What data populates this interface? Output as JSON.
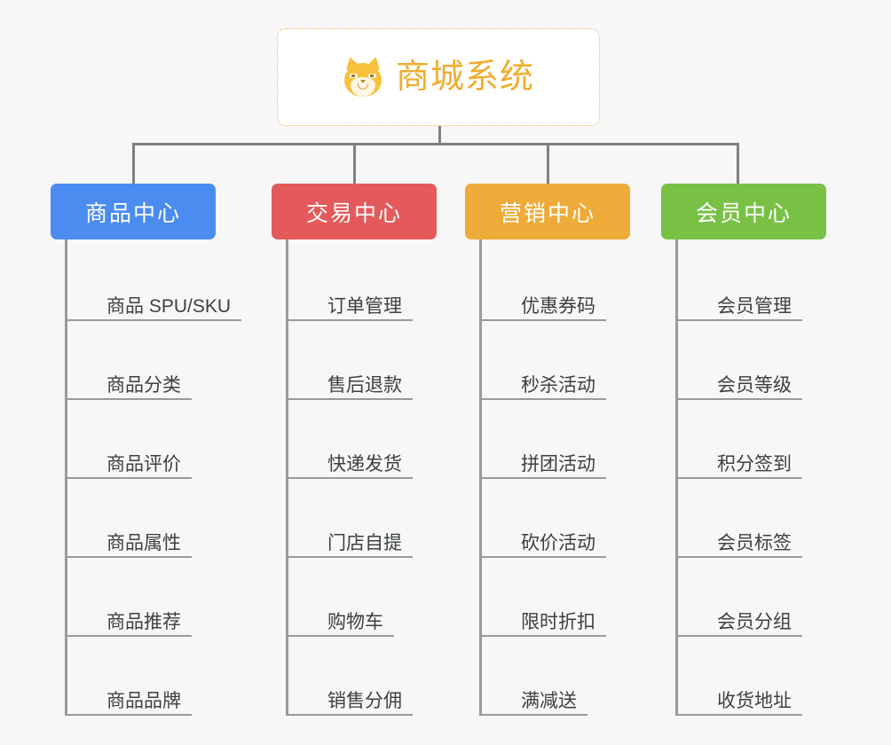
{
  "root": {
    "title": "商城系统",
    "icon": "shiba-inu-icon",
    "border_color": "#f0b35a",
    "text_color": "#f0ad2e",
    "background": "#ffffff"
  },
  "canvas": {
    "background": "#f7f7f7",
    "connector_color": "#808080"
  },
  "columns": [
    {
      "title": "商品中心",
      "color": "#4a8cf0",
      "items": [
        "商品 SPU/SKU",
        "商品分类",
        "商品评价",
        "商品属性",
        "商品推荐",
        "商品品牌"
      ]
    },
    {
      "title": "交易中心",
      "color": "#e45a5a",
      "items": [
        "订单管理",
        "售后退款",
        "快递发货",
        "门店自提",
        "购物车",
        "销售分佣"
      ]
    },
    {
      "title": "营销中心",
      "color": "#eeab39",
      "items": [
        "优惠券码",
        "秒杀活动",
        "拼团活动",
        "砍价活动",
        "限时折扣",
        "满减送"
      ]
    },
    {
      "title": "会员中心",
      "color": "#78c144",
      "items": [
        "会员管理",
        "会员等级",
        "积分签到",
        "会员标签",
        "会员分组",
        "收货地址"
      ]
    }
  ]
}
